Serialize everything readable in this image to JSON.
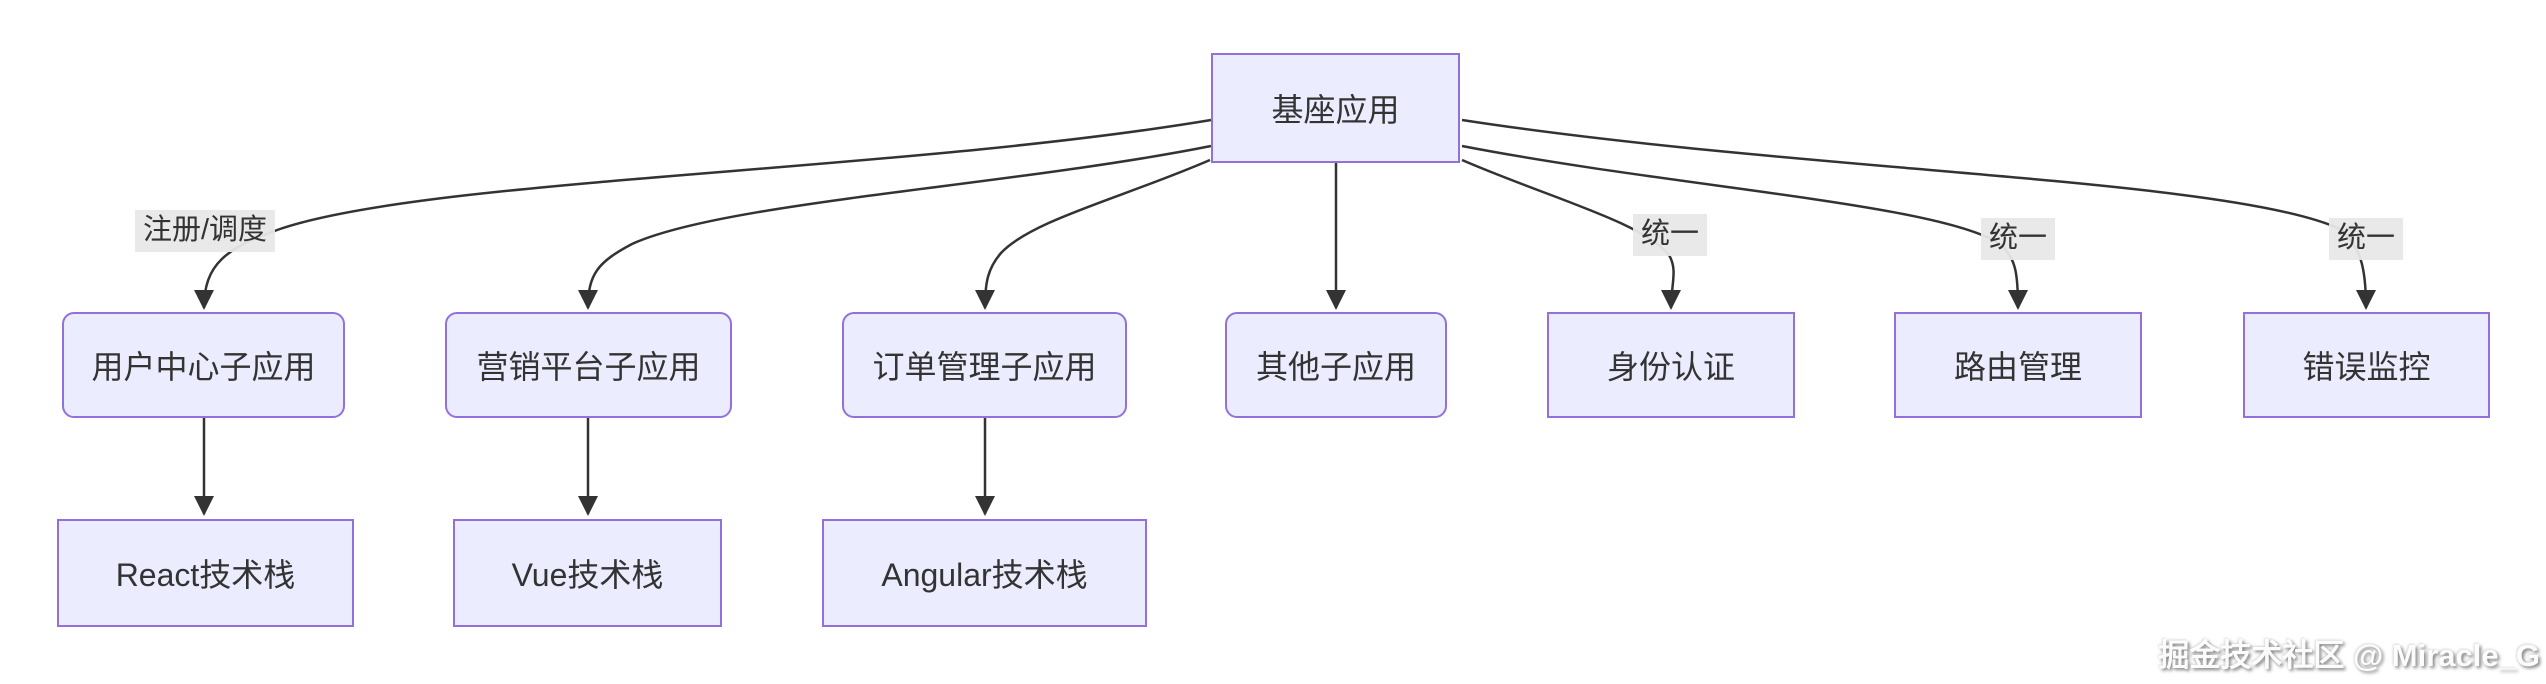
{
  "diagram": {
    "type": "flowchart",
    "nodes": {
      "base": {
        "label": "基座应用",
        "shape": "rect"
      },
      "user": {
        "label": "用户中心子应用",
        "shape": "rounded"
      },
      "marketing": {
        "label": "营销平台子应用",
        "shape": "rounded"
      },
      "order": {
        "label": "订单管理子应用",
        "shape": "rounded"
      },
      "other": {
        "label": "其他子应用",
        "shape": "rounded"
      },
      "auth": {
        "label": "身份认证",
        "shape": "rect"
      },
      "router": {
        "label": "路由管理",
        "shape": "rect"
      },
      "error": {
        "label": "错误监控",
        "shape": "rect"
      },
      "react": {
        "label": "React技术栈",
        "shape": "rect"
      },
      "vue": {
        "label": "Vue技术栈",
        "shape": "rect"
      },
      "angular": {
        "label": "Angular技术栈",
        "shape": "rect"
      }
    },
    "edges": [
      {
        "from": "base",
        "to": "user",
        "label": "注册/调度"
      },
      {
        "from": "base",
        "to": "marketing",
        "label": ""
      },
      {
        "from": "base",
        "to": "order",
        "label": ""
      },
      {
        "from": "base",
        "to": "other",
        "label": ""
      },
      {
        "from": "base",
        "to": "auth",
        "label": "统一"
      },
      {
        "from": "base",
        "to": "router",
        "label": "统一"
      },
      {
        "from": "base",
        "to": "error",
        "label": "统一"
      },
      {
        "from": "user",
        "to": "react",
        "label": ""
      },
      {
        "from": "marketing",
        "to": "vue",
        "label": ""
      },
      {
        "from": "order",
        "to": "angular",
        "label": ""
      }
    ],
    "edge_labels": {
      "register_dispatch": "注册/调度",
      "unified_auth": "统一",
      "unified_router": "统一",
      "unified_error": "统一"
    }
  },
  "watermark": "掘金技术社区 @ Miracle_G",
  "colors": {
    "node_fill": "#ECECFF",
    "node_border": "#9370DB",
    "edge_line": "#333333",
    "edge_label_bg": "#e8e8e8",
    "text": "#333333",
    "background": "#ffffff"
  }
}
